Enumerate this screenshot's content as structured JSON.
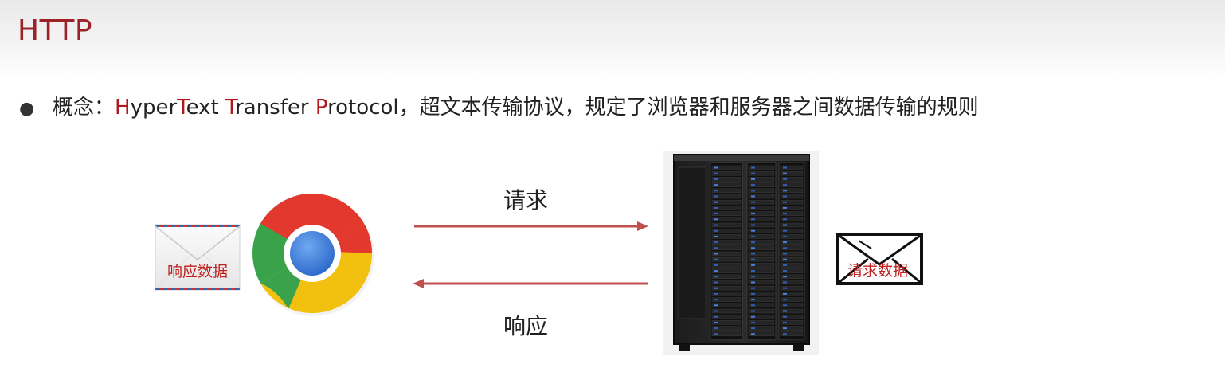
{
  "slide": {
    "title": "HTTP"
  },
  "concept": {
    "prefix": "概念：",
    "term_h": "H",
    "term_yper": "yper",
    "term_t": "T",
    "term_ext": "ext ",
    "term_tr": "T",
    "term_ransfer": "ransfer ",
    "term_p": "P",
    "term_rotocol": "rotocol",
    "description": "，超文本传输协议，规定了浏览器和服务器之间数据传输的规则"
  },
  "diagram": {
    "request_label": "请求",
    "response_label": "响应",
    "response_envelope_text": "响应数据",
    "request_envelope_text": "请求数据"
  },
  "colors": {
    "title": "#9b2226",
    "accent": "#b0181e",
    "arrow": "#c0504d"
  }
}
